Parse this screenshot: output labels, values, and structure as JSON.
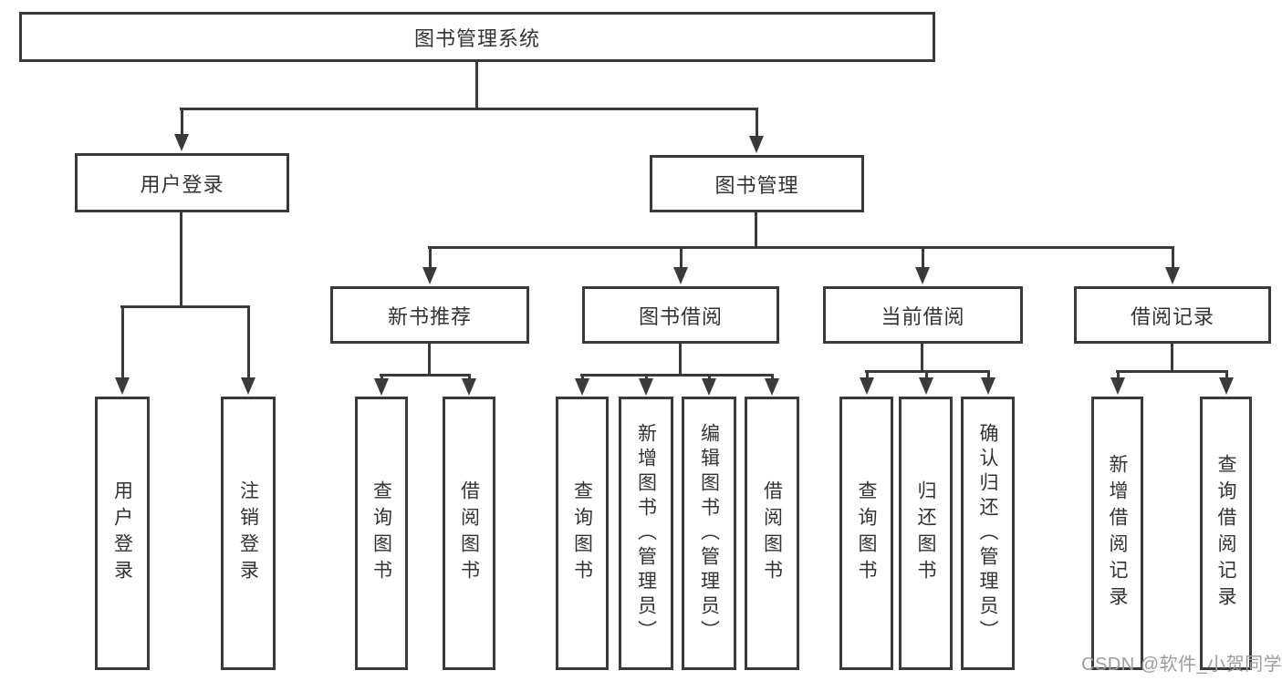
{
  "diagram_title": "图书管理系统",
  "nodes": {
    "root": "图书管理系统",
    "user_login": "用户登录",
    "book_management": "图书管理",
    "new_book_recommend": "新书推荐",
    "book_borrow": "图书借阅",
    "current_borrow": "当前借阅",
    "borrow_record": "借阅记录",
    "leaf_user_login": "用户登录",
    "leaf_logout": "注销登录",
    "leaf_nbr_query": "查询图书",
    "leaf_nbr_borrow": "借阅图书",
    "leaf_bb_query": "查询图书",
    "leaf_bb_add": "新增图书（管理员）",
    "leaf_bb_edit": "编辑图书（管理员）",
    "leaf_bb_borrow": "借阅图书",
    "leaf_cb_query": "查询图书",
    "leaf_cb_return": "归还图书",
    "leaf_cb_confirm": "确认归还（管理员）",
    "leaf_br_add": "新增借阅记录",
    "leaf_br_query": "查询借阅记录"
  },
  "edges": [
    {
      "from": "图书管理系统",
      "to": [
        "用户登录",
        "图书管理"
      ]
    },
    {
      "from": "用户登录",
      "to": [
        "用户登录",
        "注销登录"
      ]
    },
    {
      "from": "图书管理",
      "to": [
        "新书推荐",
        "图书借阅",
        "当前借阅",
        "借阅记录"
      ]
    },
    {
      "from": "新书推荐",
      "to": [
        "查询图书",
        "借阅图书"
      ]
    },
    {
      "from": "图书借阅",
      "to": [
        "查询图书",
        "新增图书（管理员）",
        "编辑图书（管理员）",
        "借阅图书"
      ]
    },
    {
      "from": "当前借阅",
      "to": [
        "查询图书",
        "归还图书",
        "确认归还（管理员）"
      ]
    },
    {
      "from": "借阅记录",
      "to": [
        "新增借阅记录",
        "查询借阅记录"
      ]
    }
  ],
  "watermark": "CSDN @软件_小贺同学",
  "colors": {
    "line": "#3a3a3a",
    "text": "#333333",
    "watermark": "#9d9da0",
    "background": "#ffffff"
  }
}
